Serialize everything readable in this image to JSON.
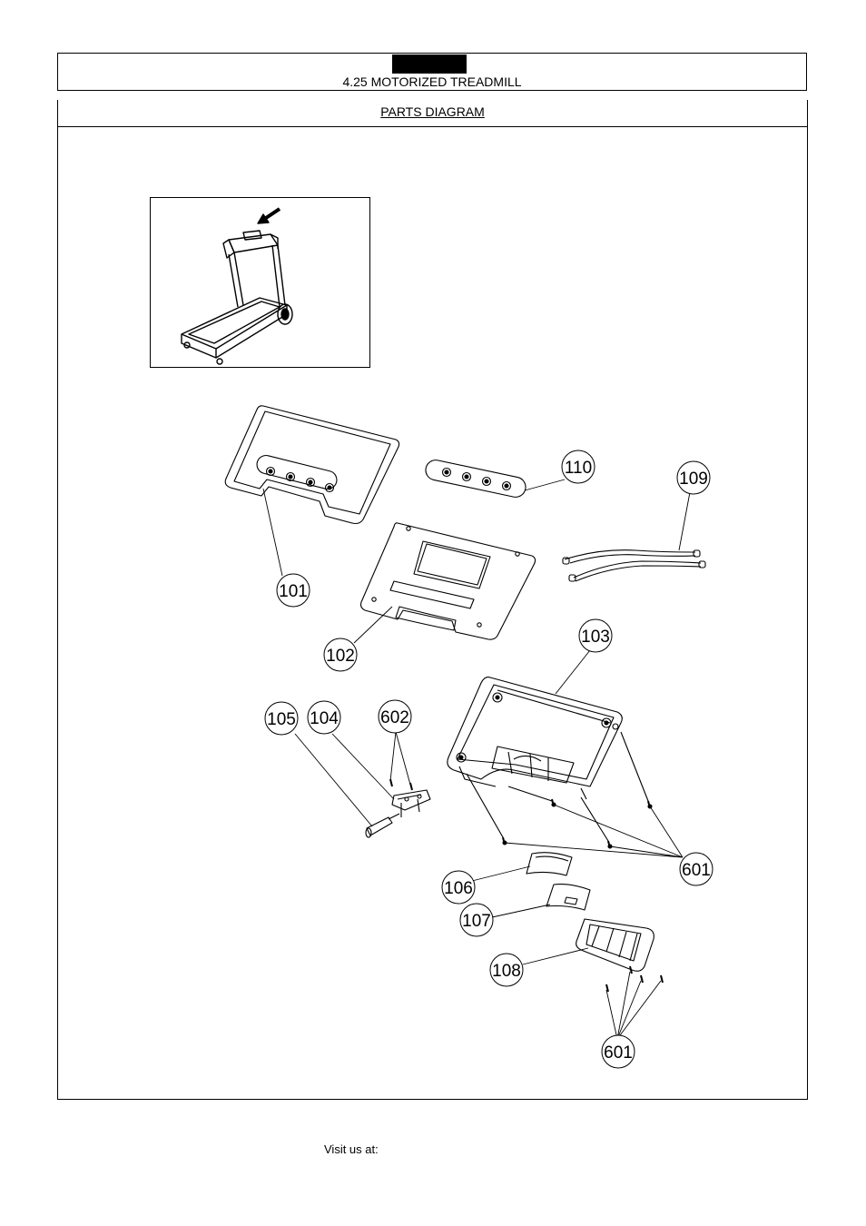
{
  "header": {
    "model_title": "4.25 MOTORIZED TREADMILL"
  },
  "section": {
    "title": "PARTS DIAGRAM"
  },
  "callouts": [
    "101",
    "102",
    "103",
    "104",
    "105",
    "106",
    "107",
    "108",
    "109",
    "110",
    "601",
    "602",
    "601"
  ],
  "footer": {
    "visit_label": "Visit us at:"
  }
}
